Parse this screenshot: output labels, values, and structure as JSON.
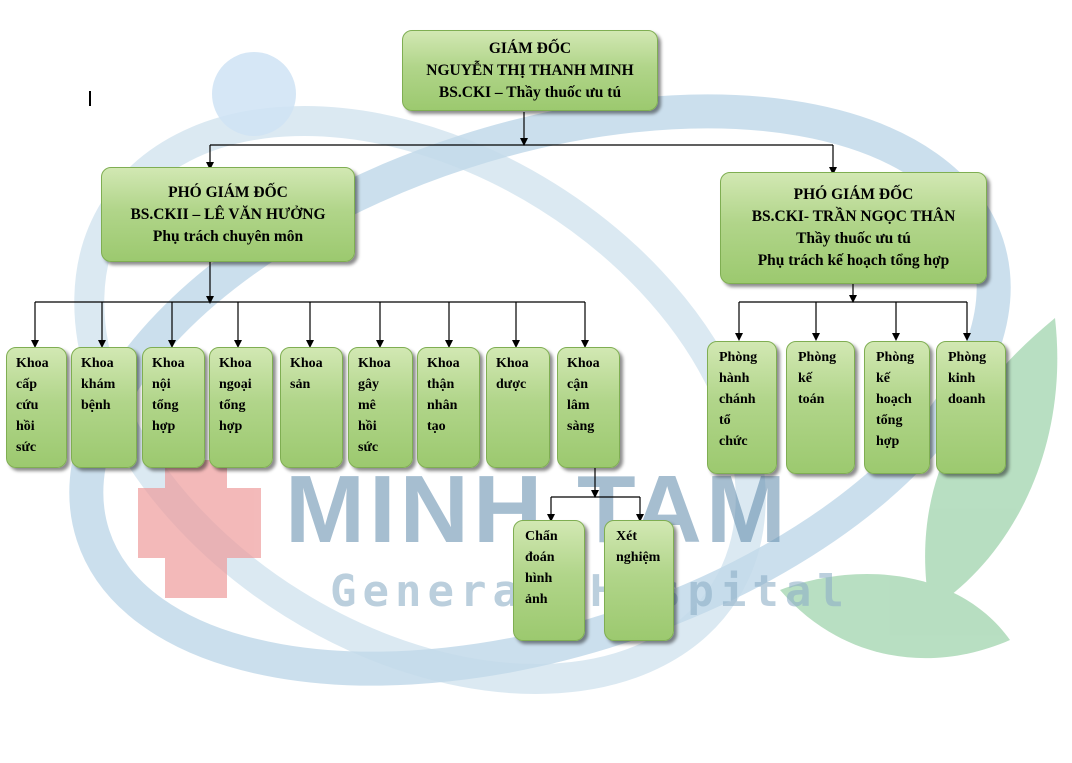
{
  "watermark": {
    "main_text": "MINH TAM",
    "sub_text": "General Hospital"
  },
  "director": {
    "title": "GIÁM ĐỐC",
    "name": "NGUYỄN THỊ THANH MINH",
    "note": "BS.CKI – Thầy thuốc ưu tú"
  },
  "deputy_left": {
    "title": "PHÓ GIÁM ĐỐC",
    "name": "BS.CKII – LÊ VĂN HƯỞNG",
    "note": "Phụ trách chuyên môn"
  },
  "deputy_right": {
    "title": "PHÓ GIÁM ĐỐC",
    "name": "BS.CKI- TRẦN NGỌC THÂN",
    "note": "Thầy thuốc ưu tú",
    "note2": "Phụ trách kế hoạch tổng hợp"
  },
  "clinical_departments": [
    "Khoa\ncấp\ncứu\nhồi\nsức",
    "Khoa\nkhám\nbệnh",
    "Khoa\nnội\ntổng\nhợp",
    "Khoa\nngoại\ntổng\nhợp",
    "Khoa\nsản",
    "Khoa\ngây\nmê\nhồi\nsức",
    "Khoa\nthận\nnhân\ntạo",
    "Khoa\ndược",
    "Khoa\ncận\nlâm\nsàng"
  ],
  "paraclinical_units": [
    "Chẩn\nđoán\nhình\nảnh",
    "Xét\nnghiệm"
  ],
  "admin_departments": [
    "Phòng\nhành\nchánh\ntổ\nchức",
    "Phòng\nkế\ntoán",
    "Phòng\nkế\nhoạch\ntổng\nhợp",
    "Phòng\nkinh\ndoanh"
  ]
}
